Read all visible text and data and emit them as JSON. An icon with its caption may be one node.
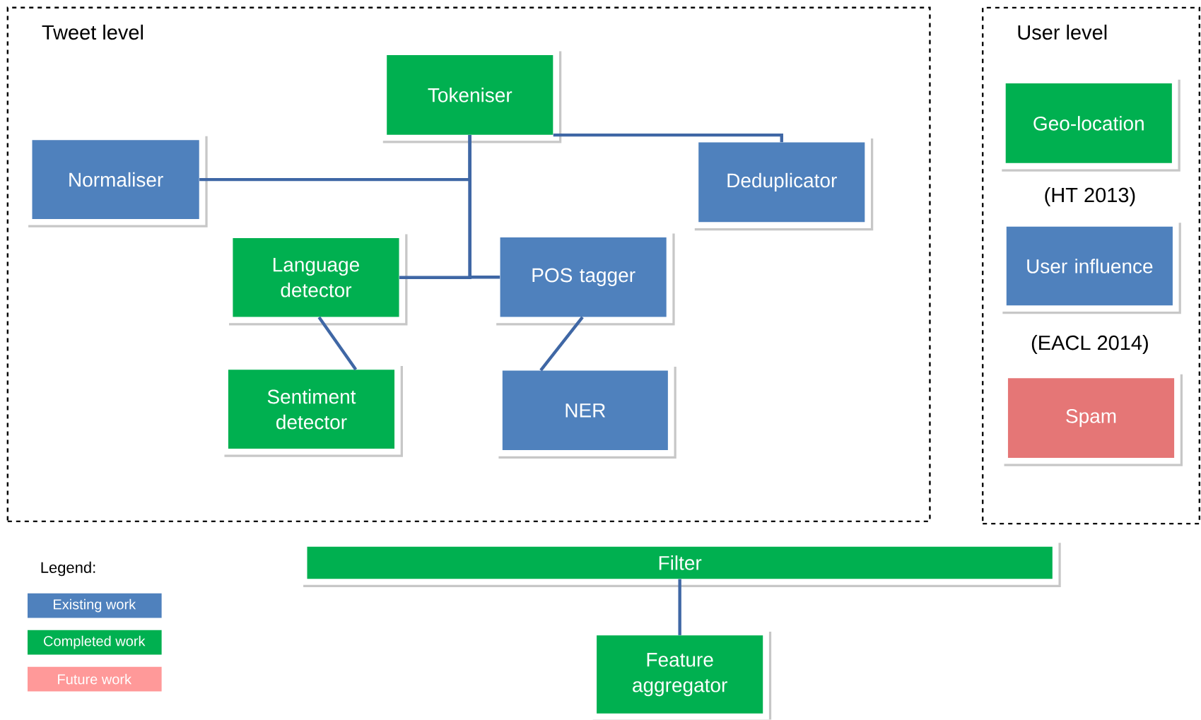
{
  "diagram": {
    "nodes": [
      {
        "text": [
          "Tweet level"
        ]
      },
      {
        "text": [
          "Tokeniser"
        ],
        "in": 0
      },
      {
        "text": [
          "Normaliser"
        ],
        "in": 0
      },
      {
        "text": [
          "Deduplicator"
        ],
        "in": 0
      },
      {
        "text": [
          "Language detector"
        ],
        "in": 0
      },
      {
        "text": [
          "POS tagger"
        ],
        "in": 0
      },
      {
        "text": [
          "Sentiment detector"
        ],
        "in": 0
      },
      {
        "text": [
          "NER"
        ],
        "in": 0
      },
      {
        "text": [
          "User level"
        ]
      },
      {
        "text": [
          "Geo-location"
        ],
        "in": 8
      },
      {
        "text": [
          "User influence"
        ],
        "in": 8
      },
      {
        "text": [
          "Spam"
        ],
        "in": 8
      },
      {
        "text": [
          "Filter"
        ]
      },
      {
        "text": [
          "Feature aggregator"
        ]
      }
    ],
    "edges": [
      {
        "from": 1,
        "to": 2,
        "arrow": "none"
      },
      {
        "from": 1,
        "to": 4,
        "arrow": "none"
      },
      {
        "from": 1,
        "to": 5,
        "arrow": "none"
      },
      {
        "from": 1,
        "to": 3,
        "arrow": "none"
      },
      {
        "from": 4,
        "to": 6,
        "arrow": "none"
      },
      {
        "from": 5,
        "to": 7,
        "arrow": "none"
      },
      {
        "from": 12,
        "to": 13,
        "arrow": "none"
      }
    ],
    "labels": [
      "(HT 2013)",
      "(EACL 2014)",
      "Legend:"
    ],
    "legend": [
      {
        "text": "Existing work",
        "color": "#4f81bd"
      },
      {
        "text": "Completed work",
        "color": "#00b050"
      },
      {
        "text": "Future work",
        "color": "#ff9999"
      }
    ]
  }
}
